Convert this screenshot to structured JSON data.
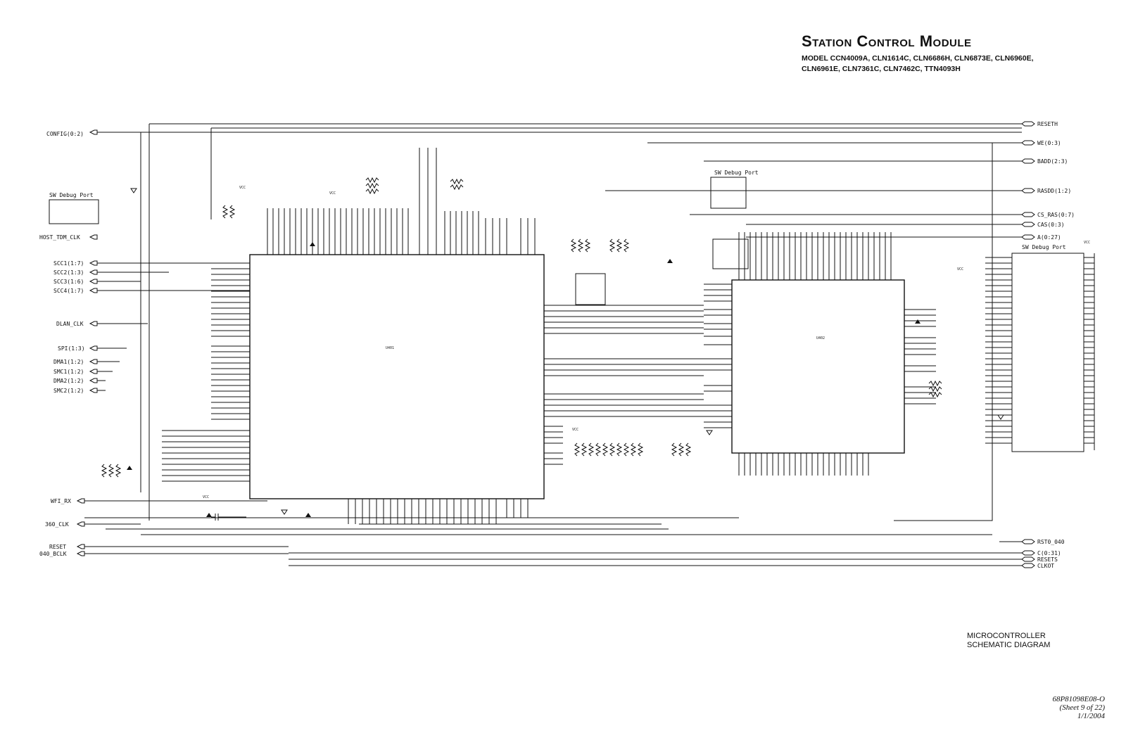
{
  "header": {
    "title": "Station Control Module",
    "models_line1": "MODEL CCN4009A, CLN1614C, CLN6686H, CLN6873E, CLN6960E,",
    "models_line2": "CLN6961E, CLN7361C, CLN7462C, TTN4093H"
  },
  "caption": {
    "line1": "MICROCONTROLLER",
    "line2": "SCHEMATIC DIAGRAM"
  },
  "doc": {
    "number": "68P81098E08-O",
    "sheet": "(Sheet 9 of 22)",
    "date": "1/1/2004"
  },
  "chips": {
    "u401": "U401",
    "u402": "U402"
  },
  "debug_ports": {
    "left": "SW Debug Port",
    "center": "SW Debug Port",
    "right": "SW Debug Port"
  },
  "left_signals": [
    "CONFIG(0:2)",
    "HOST_TDM_CLK",
    "SCC1(1:7)",
    "SCC2(1:3)",
    "SCC3(1:6)",
    "SCC4(1:7)",
    "DLAN_CLK",
    "SPI(1:3)",
    "DMA1(1:2)",
    "SMC1(1:2)",
    "DMA2(1:2)",
    "SMC2(1:2)",
    "WFI_RX",
    "360_CLK",
    "RESET",
    "040_BCLK"
  ],
  "right_signals": [
    "RESETH",
    "WE(0:3)",
    "BADD(2:3)",
    "RASDD(1:2)",
    "CS_RAS(0:7)",
    "CAS(0:3)",
    "A(0:27)",
    "RST0_040",
    "C(0:31)",
    "RESETS",
    "CLKOT"
  ],
  "power": {
    "vcc": "VCC"
  }
}
